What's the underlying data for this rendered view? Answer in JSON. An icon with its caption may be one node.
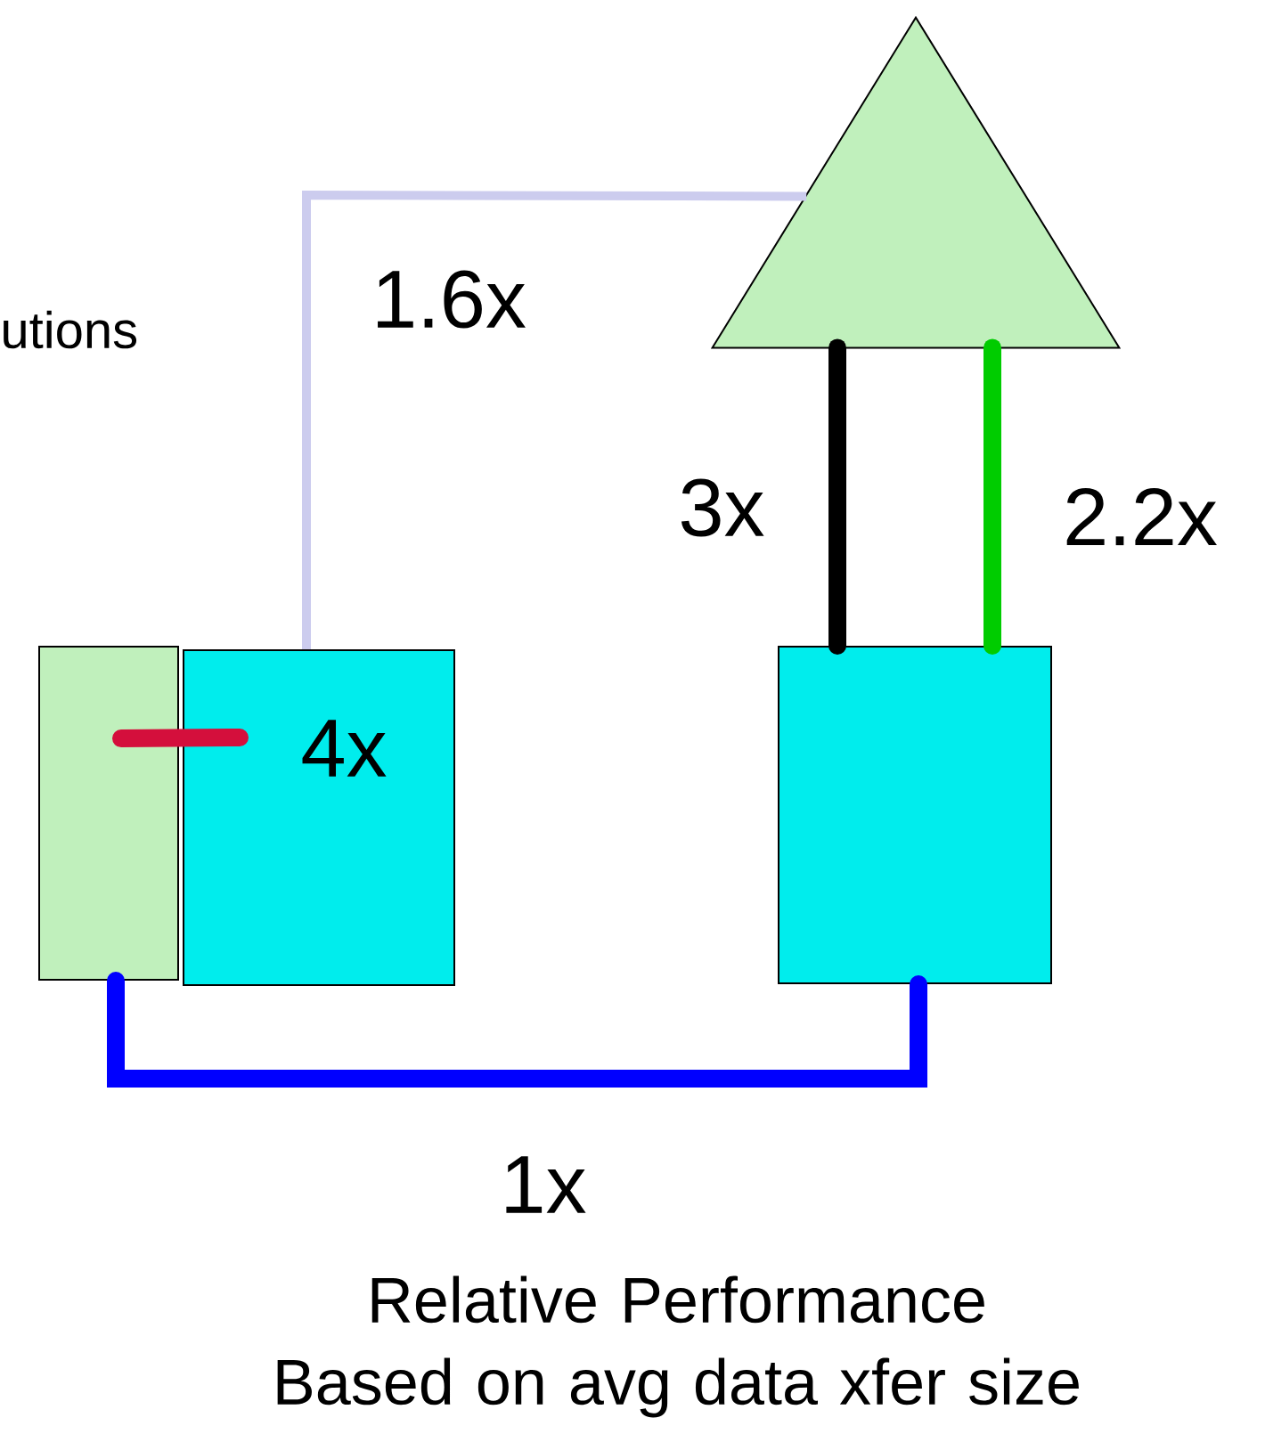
{
  "diagram": {
    "caption": "Relative Performance Based on avg data xfer size",
    "nodes": [
      {
        "text": [],
        "shape": "triangle"
      },
      {
        "text": [],
        "shape": "box"
      },
      {
        "text": [],
        "shape": "box"
      },
      {
        "text": [],
        "shape": "box"
      }
    ],
    "edges": [
      {
        "from": 2,
        "to": 0,
        "arrow": "none",
        "label": "1.6x",
        "color": "#ccccee"
      },
      {
        "from": 0,
        "to": 3,
        "arrow": "none",
        "label": "3x",
        "color": "#000000"
      },
      {
        "from": 0,
        "to": 3,
        "arrow": "none",
        "label": "2.2x",
        "color": "#00cc00"
      },
      {
        "from": 1,
        "to": 2,
        "arrow": "none",
        "label": "4x",
        "color": "#d40f3c"
      },
      {
        "from": 1,
        "to": 3,
        "arrow": "none",
        "label": "1x",
        "color": "#0000ff"
      }
    ],
    "labels": [
      "utions"
    ]
  }
}
